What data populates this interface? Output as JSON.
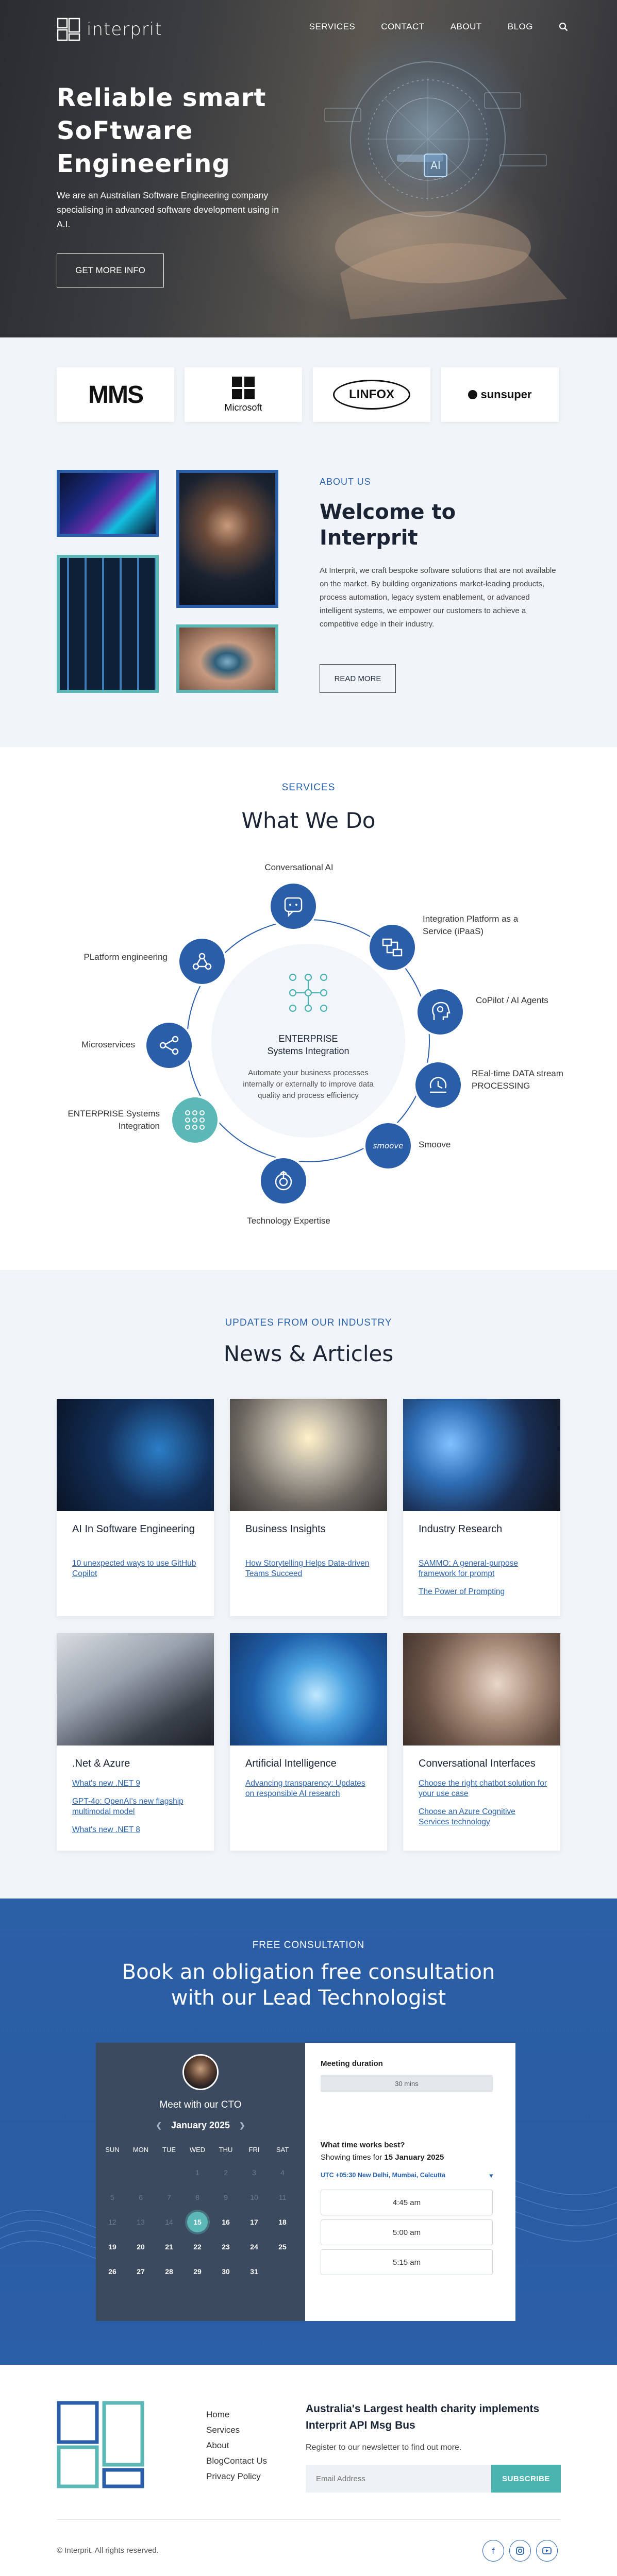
{
  "header": {
    "brand": "interprit",
    "nav": [
      "SERVICES",
      "CONTACT",
      "ABOUT",
      "BLOG"
    ]
  },
  "hero": {
    "title": "Reliable smart SoFtware Engineering",
    "subtitle": "We are an Australian Software Engineering company specialising in advanced software development using in A.I.",
    "cta": "GET MORE INFO",
    "chip_label": "AI"
  },
  "partners": [
    "MMS",
    "Microsoft",
    "LINFOX",
    "sunsuper"
  ],
  "about": {
    "label": "ABOUT US",
    "title": "Welcome to Interprit",
    "text": "At Interprit, we craft bespoke software solutions that are not available on the market. By building organizations market-leading products, process automation, legacy system enablement, or advanced intelligent systems, we empower our customers to achieve a competitive edge in their industry.",
    "button": "READ MORE"
  },
  "services": {
    "label": "SERVICES",
    "title": "What We Do",
    "center_title_1": "ENTERPRISE",
    "center_title_2": "Systems Integration",
    "center_text": "Automate your business processes internally or externally to improve data quality and process efficiency",
    "nodes": [
      "Conversational AI",
      "Integration Platform as a Service (iPaaS)",
      "CoPilot / AI Agents",
      "REal-time DATA stream PROCESSING",
      "Smoove",
      "Technology Expertise",
      "ENTERPRISE Systems Integration",
      "Microservices",
      "PLatform engineering"
    ],
    "smoove_badge": "smoove"
  },
  "news": {
    "label": "UPDATES FROM OUR INDUSTRY",
    "title": "News & Articles",
    "cards": [
      {
        "title": "AI In Software Engineering",
        "links": [
          "10 unexpected ways to use GitHub Copilot"
        ]
      },
      {
        "title": "Business Insights",
        "links": [
          "How Storytelling Helps Data-driven Teams Succeed"
        ]
      },
      {
        "title": "Industry Research",
        "links": [
          "SAMMO: A general-purpose framework for prompt",
          "The Power of Prompting"
        ]
      },
      {
        "title": ".Net & Azure",
        "links": [
          "What's new .NET 9",
          "GPT-4o: OpenAI's new flagship multimodal model",
          "What's new .NET 8"
        ]
      },
      {
        "title": "Artificial Intelligence",
        "links": [
          "Advancing transparency: Updates on responsible AI research"
        ]
      },
      {
        "title": "Conversational Interfaces",
        "links": [
          "Choose the right chatbot solution for your use case",
          "Choose an Azure Cognitive Services technology"
        ]
      }
    ]
  },
  "consult": {
    "label": "FREE CONSULTATION",
    "title_1": "Book an obligation free consultation",
    "title_2": "with our Lead Technologist",
    "meet": "Meet with our CTO",
    "month": "January 2025",
    "weekdays": [
      "SUN",
      "MON",
      "TUE",
      "WED",
      "THU",
      "FRI",
      "SAT"
    ],
    "duration_label": "Meeting duration",
    "duration_value": "30 mins",
    "time_q": "What time works best?",
    "showing": "Showing times for",
    "showing_date": "15 January 2025",
    "timezone": "UTC +05:30 New Delhi, Mumbai, Calcutta",
    "slots": [
      "4:45 am",
      "5:00 am",
      "5:15 am"
    ],
    "selected_day": "15"
  },
  "footer": {
    "links": [
      "Home",
      "Services",
      "About",
      "BlogContact Us",
      "Privacy Policy"
    ],
    "headline": "Australia's Largest health charity implements Interprit API Msg Bus",
    "newsletter": "Register to our newsletter to find out more.",
    "email_placeholder": "Email Address",
    "subscribe": "SUBSCRIBE",
    "copyright": "© Interprit. All rights reserved."
  }
}
